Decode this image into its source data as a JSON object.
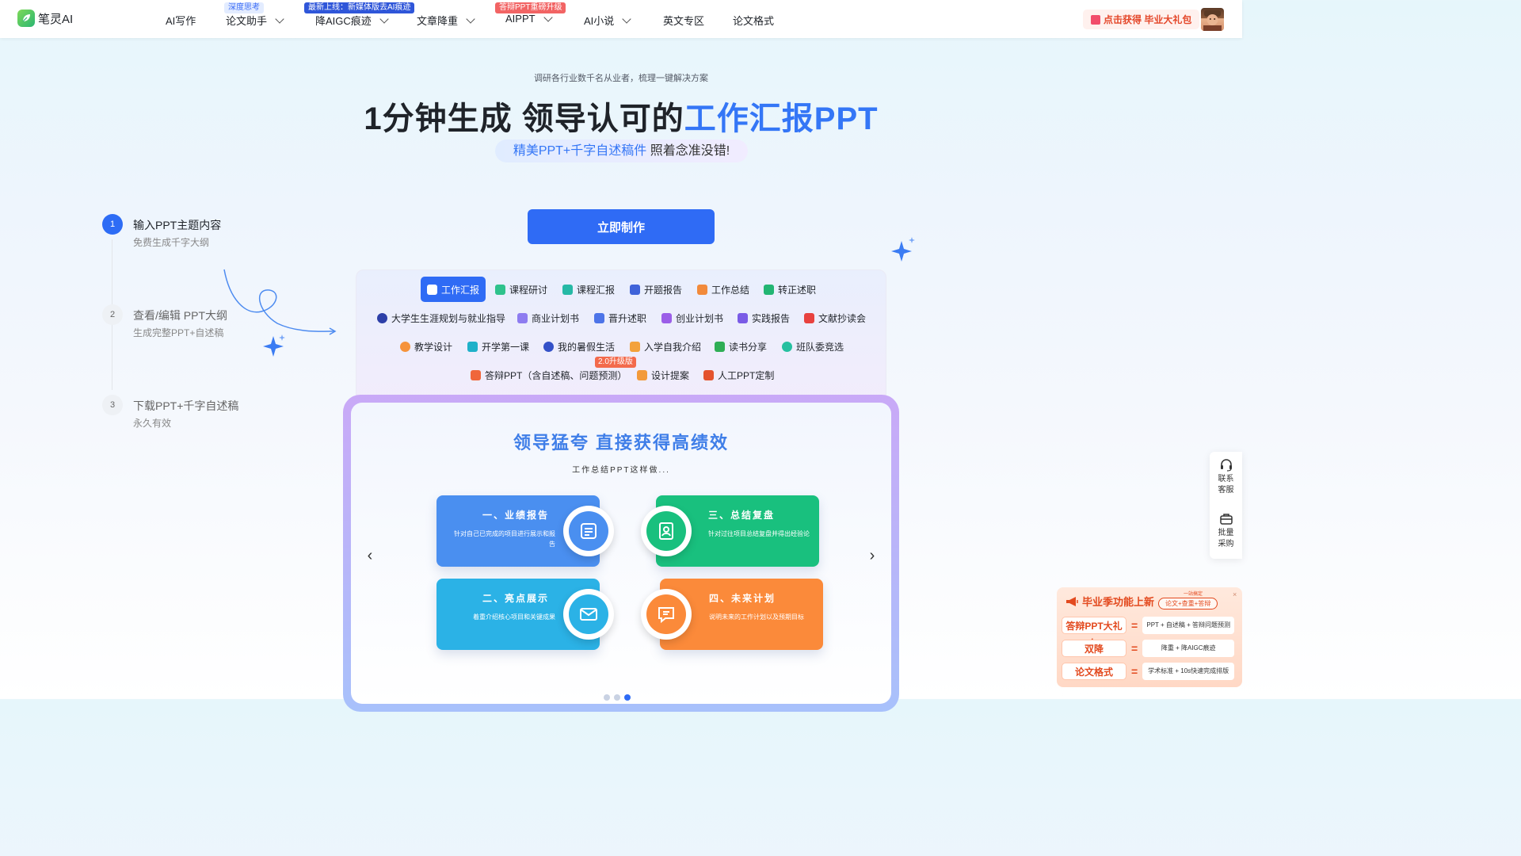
{
  "header": {
    "logo_text": "笔灵AI",
    "nav": [
      {
        "label": "AI写作",
        "badge": "",
        "dropdown": false
      },
      {
        "label": "论文助手",
        "badge": "深度思考",
        "dropdown": true
      },
      {
        "label": "降AIGC痕迹",
        "badge": "最新上线：新媒体版去AI痕迹",
        "dropdown": true
      },
      {
        "label": "文章降重",
        "badge": "",
        "dropdown": true
      },
      {
        "label": "AIPPT",
        "badge": "答辩PPT重磅升级",
        "dropdown": true
      },
      {
        "label": "AI小说",
        "badge": "",
        "dropdown": true
      },
      {
        "label": "英文专区",
        "badge": "",
        "dropdown": false
      },
      {
        "label": "论文格式",
        "badge": "",
        "dropdown": false
      }
    ],
    "gift_label": "点击获得 毕业大礼包"
  },
  "hero": {
    "subtitle": "调研各行业数千名从业者，梳理一键解决方案",
    "title_plain": "1分钟生成 领导认可的",
    "title_highlight": "工作汇报PPT",
    "pill_highlight": "精美PPT+千字自述稿件",
    "pill_plain": " 照着念准没错!"
  },
  "steps": [
    {
      "num": "1",
      "title": "输入PPT主题内容",
      "desc": "免费生成千字大纲",
      "active": true
    },
    {
      "num": "2",
      "title": "查看/编辑 PPT大纲",
      "desc": "生成完整PPT+自述稿",
      "active": false
    },
    {
      "num": "3",
      "title": "下载PPT+千字自述稿",
      "desc": "永久有效",
      "active": false
    }
  ],
  "cta_label": "立即制作",
  "categories": {
    "row1": [
      "工作汇报",
      "课程研讨",
      "课程汇报",
      "开题报告",
      "工作总结",
      "转正述职"
    ],
    "row2": [
      "大学生生涯规划与就业指导",
      "商业计划书",
      "晋升述职",
      "创业计划书",
      "实践报告",
      "文献抄读会"
    ],
    "row3": [
      "教学设计",
      "开学第一课",
      "我的暑假生活",
      "入学自我介绍",
      "读书分享",
      "班队委竞选"
    ],
    "row4": [
      "答辩PPT（含自述稿、问题预测）",
      "设计提案",
      "人工PPT定制"
    ],
    "version_badge": "2.0升级版",
    "active": "工作汇报"
  },
  "preview": {
    "title": "领导猛夸 直接获得高绩效",
    "subtitle": "工作总结PPT这样做...",
    "cards": [
      {
        "title": "一、业绩报告",
        "desc": "针对自己已完成的项目进行展示和报告",
        "color": "#4a8ff0"
      },
      {
        "title": "三、总结复盘",
        "desc": "针对过往项目总结复盘并得出经验论",
        "color": "#19c07e"
      },
      {
        "title": "二、亮点展示",
        "desc": "着重介绍核心项目和关键成果",
        "color": "#2bb2e6"
      },
      {
        "title": "四、未来计划",
        "desc": "说明未来的工作计划以及预期目标",
        "color": "#fb8a3a"
      }
    ],
    "prev": "‹",
    "next": "›",
    "active_slide": 3,
    "slide_count": 3
  },
  "float_bar": {
    "service_label": "联系\n客服",
    "bulk_label": "批量\n采购"
  },
  "promo": {
    "title": "毕业季功能上新",
    "tag_top": "一站搞定",
    "tag": "论文+查重+答辩",
    "rows": [
      {
        "label": "答辩PPT大礼包",
        "value": "PPT + 自述稿 + 答辩问题预测"
      },
      {
        "label": "双降",
        "value": "降重 + 降AIGC痕迹"
      },
      {
        "label": "论文格式",
        "value": "学术标准 + 10s快速完成排版"
      }
    ],
    "close": "×"
  },
  "colors": {
    "accent": "#2f6bf5",
    "highlight_text": "#3476f6",
    "promo_red": "#e34a1f"
  }
}
